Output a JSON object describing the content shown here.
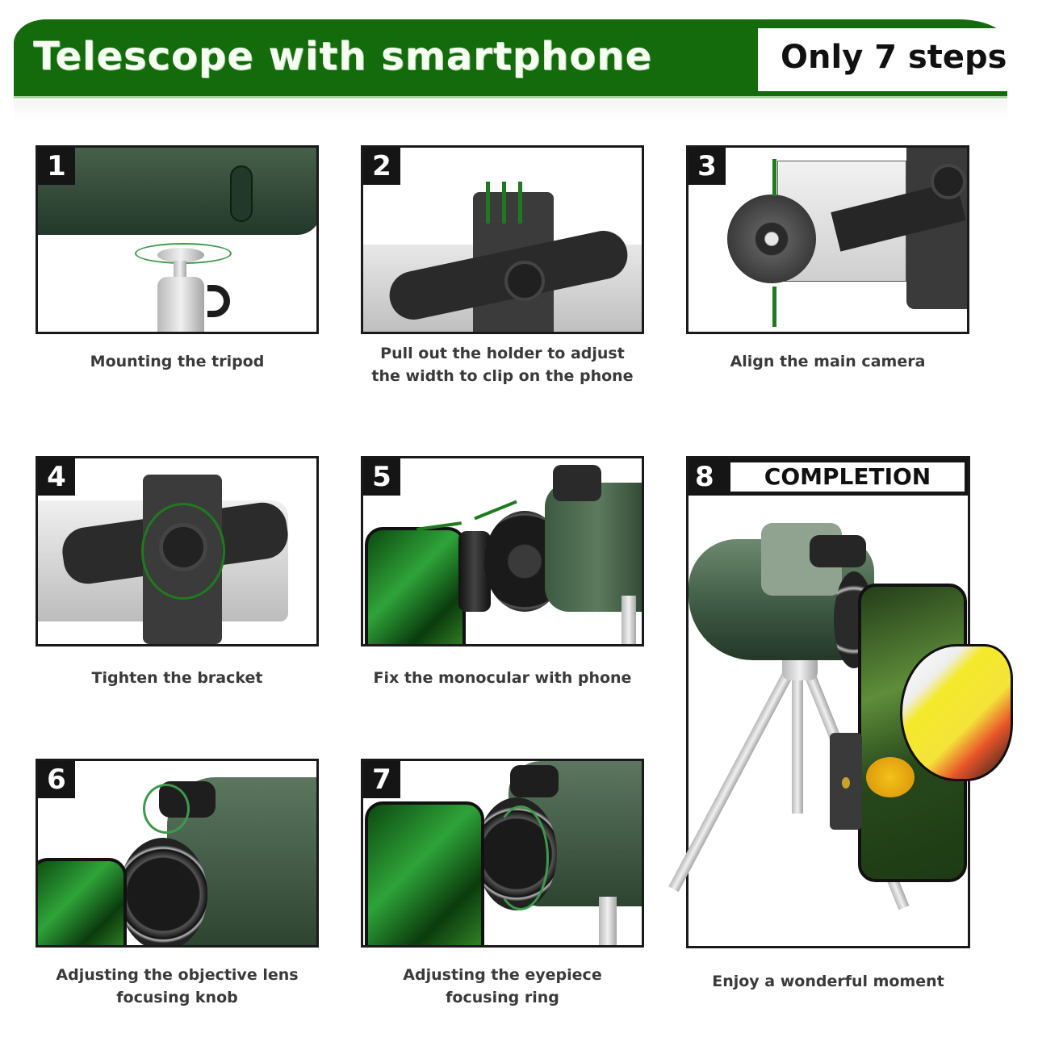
{
  "header": {
    "title": "Telescope with smartphone",
    "badge": "Only 7 steps",
    "brand_color": "#136b0b"
  },
  "steps": [
    {
      "number": "1",
      "caption": "Mounting the tripod"
    },
    {
      "number": "2",
      "caption_line1": "Pull out the holder to adjust",
      "caption_line2": "the width to clip on the phone"
    },
    {
      "number": "3",
      "caption": "Align the main camera"
    },
    {
      "number": "4",
      "caption": "Tighten the bracket"
    },
    {
      "number": "5",
      "caption": "Fix the monocular with phone"
    },
    {
      "number": "6",
      "caption_line1": "Adjusting the objective lens",
      "caption_line2": "focusing knob"
    },
    {
      "number": "7",
      "caption_line1": "Adjusting the eyepiece",
      "caption_line2": "focusing ring"
    },
    {
      "number": "8",
      "title": "COMPLETION",
      "caption": "Enjoy a wonderful moment"
    }
  ]
}
